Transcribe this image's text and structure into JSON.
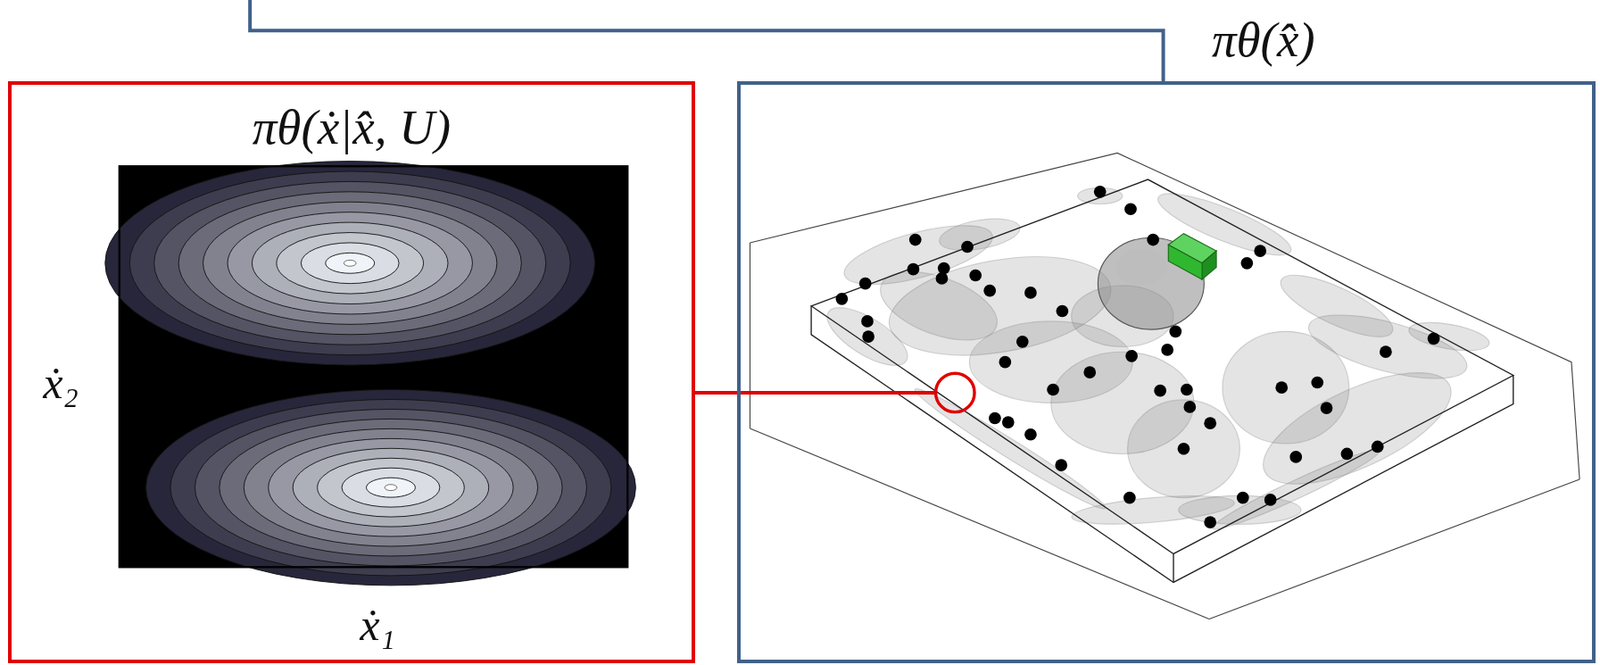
{
  "diagram": {
    "nodes": [
      {
        "text": [
          "πθ(ẋ|x̂, U)"
        ]
      },
      {
        "text": [
          "πθ(x̂)"
        ]
      }
    ],
    "edges": [
      {
        "from": 0,
        "to": 1,
        "arrow": "none"
      }
    ],
    "labels": [
      "ẋ₂",
      "ẋ₁"
    ]
  }
}
